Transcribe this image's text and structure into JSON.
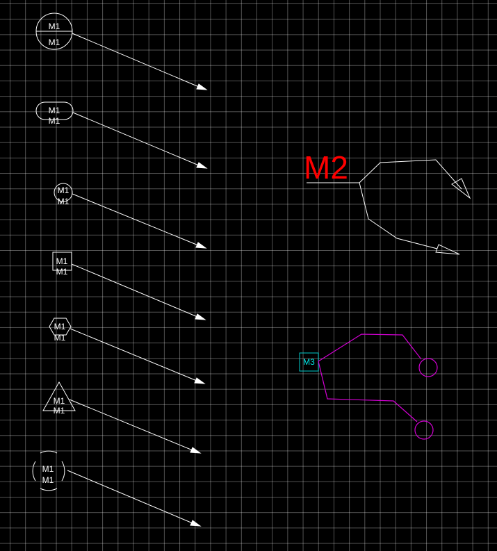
{
  "canvas": {
    "background": "#000000",
    "grid_color": "#ffffff"
  },
  "balloons": [
    {
      "shape": "circle-divided",
      "top_text": "M1",
      "bottom_text": "M1"
    },
    {
      "shape": "slot",
      "top_text": "M1",
      "bottom_text": "M1"
    },
    {
      "shape": "circle",
      "top_text": "M1",
      "bottom_text": "M1"
    },
    {
      "shape": "square",
      "top_text": "M1",
      "bottom_text": "M1"
    },
    {
      "shape": "hexagon",
      "top_text": "M1",
      "bottom_text": "M1"
    },
    {
      "shape": "triangle",
      "top_text": "M1",
      "bottom_text": "M1"
    },
    {
      "shape": "circle-split-arcs",
      "top_text": "M1",
      "bottom_text": "M1"
    }
  ],
  "multileader_m2": {
    "text": "M2",
    "color": "#ff0000"
  },
  "multileader_m3": {
    "text": "M3",
    "text_color": "#00e5e5",
    "leader_color": "#d400d4"
  }
}
